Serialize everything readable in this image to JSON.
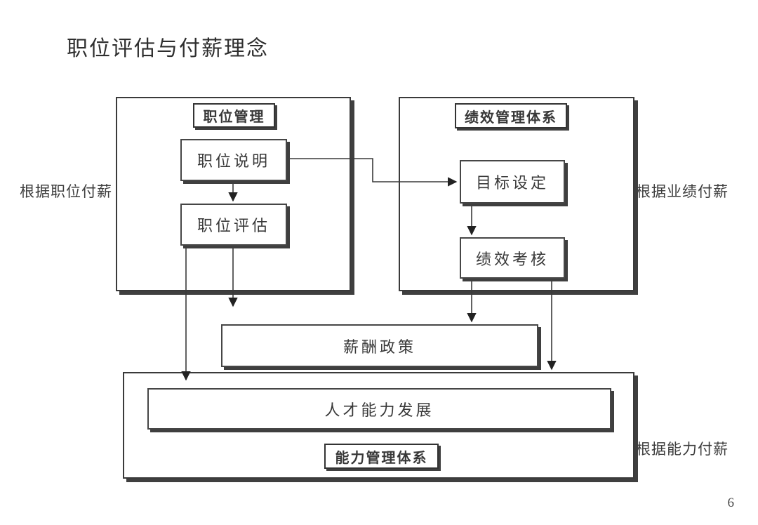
{
  "page": {
    "title": "职位评估与付薪理念",
    "page_number": "6"
  },
  "colors": {
    "background": "#ffffff",
    "line": "#3a3a3a",
    "shadow": "#3f3f3f",
    "text": "#383838"
  },
  "diagram": {
    "position_group": {
      "header": "职位管理",
      "position_description": "职位说明",
      "position_evaluation": "职位评估"
    },
    "performance_group": {
      "header": "绩效管理体系",
      "goal_setting": "目标设定",
      "performance_review": "绩效考核"
    },
    "pay_policy": "薪酬政策",
    "capability_group": {
      "talent_development": "人才能力发展",
      "header": "能力管理体系"
    },
    "side_labels": {
      "left": "根据职位付薪",
      "right": "根据业绩付薪",
      "bottom_right": "根据能力付薪"
    }
  }
}
